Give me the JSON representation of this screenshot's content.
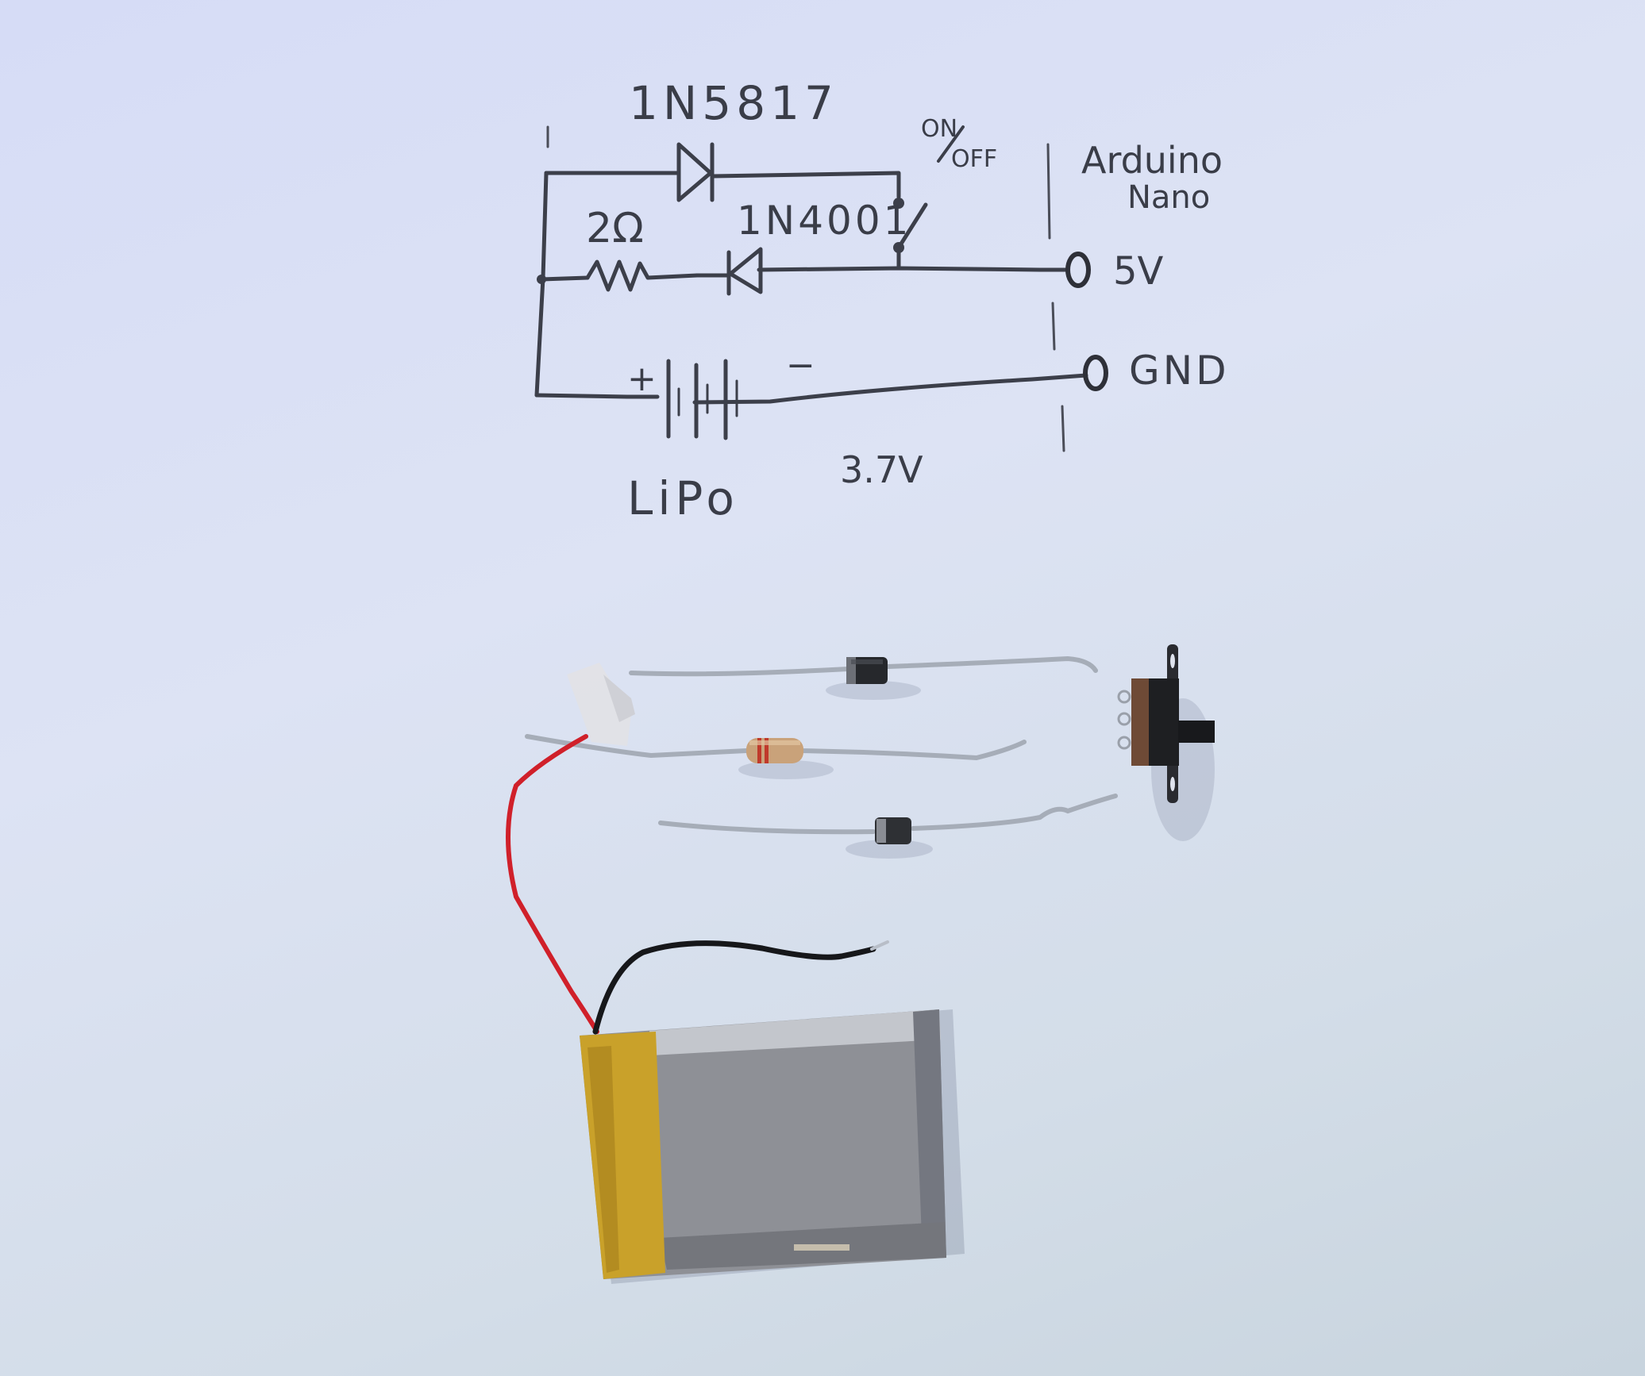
{
  "scene": {
    "background_color": "#d8def2",
    "description": "Hand-drawn LiPo power circuit schematic on paper with the physical components laid out below"
  },
  "schematic": {
    "schottky_diode_label": "1N5817",
    "switch_label_on": "ON",
    "switch_label_off": "OFF",
    "resistor_label": "2Ω",
    "rectifier_diode_label": "1N4001",
    "board_label_line1": "Arduino",
    "board_label_line2": "Nano",
    "pin_5v_label": "5V",
    "pin_gnd_label": "GND",
    "battery_plus": "+",
    "battery_minus": "−",
    "battery_label": "LiPo",
    "battery_voltage": "3.7V",
    "ink_color": "#3a3d48"
  },
  "components": {
    "items": [
      {
        "name": "Schottky diode (1N5817)",
        "body_color": "#2a2c30"
      },
      {
        "name": "Resistor 2Ω",
        "body_color": "#c9a27a",
        "band_color": "#c0392b"
      },
      {
        "name": "Diode (1N4001)",
        "body_color": "#2e3034"
      },
      {
        "name": "Slide switch (ON/OFF)",
        "body_color": "#1e1f22"
      },
      {
        "name": "LiPo battery 3.7V",
        "body_color": "#8e9096",
        "tape_color": "#c9a12a"
      }
    ],
    "wires": {
      "red": "#d0202a",
      "black": "#16171a"
    }
  }
}
